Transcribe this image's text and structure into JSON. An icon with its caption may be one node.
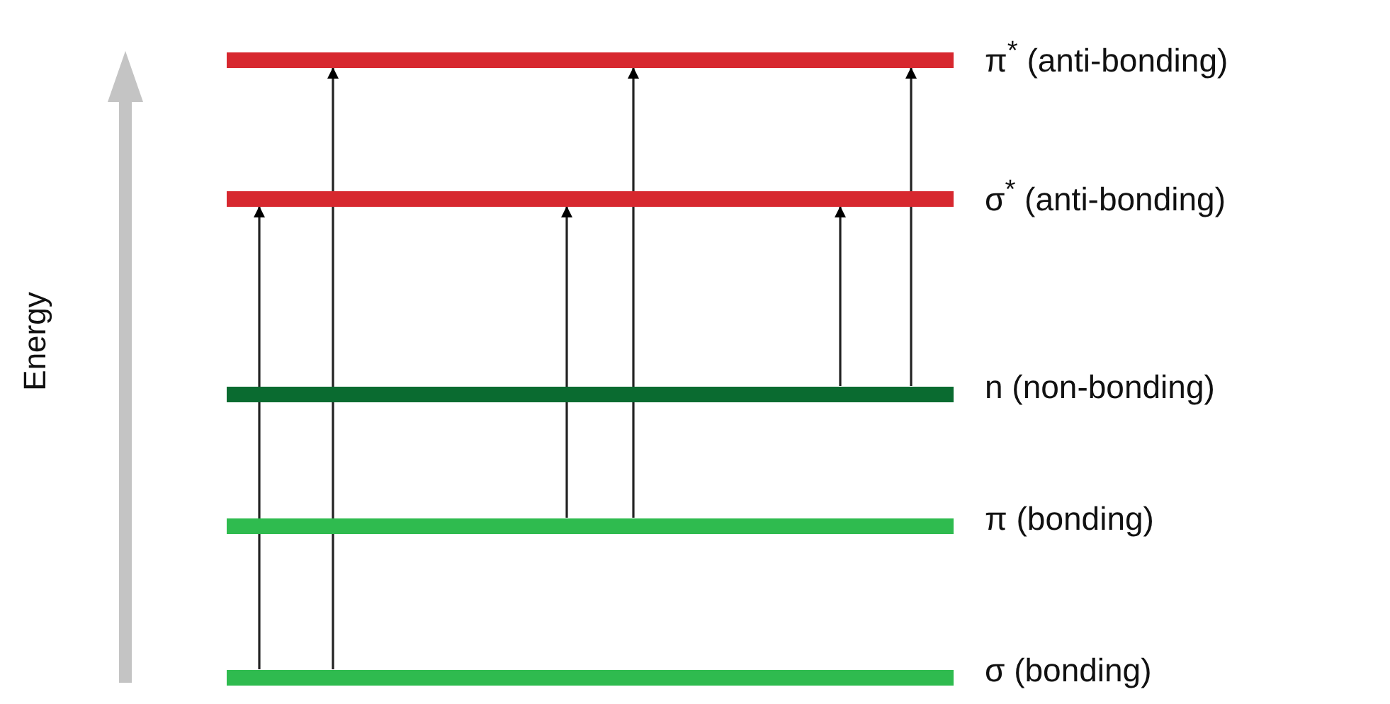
{
  "diagram": {
    "nodes": [
      {
        "text": [
          "π$^{*}$ (anti-bonding)"
        ]
      },
      {
        "text": [
          "σ$^{*}$ (anti-bonding)"
        ]
      },
      {
        "text": [
          "n (non-bonding)"
        ]
      },
      {
        "text": [
          "π (bonding)"
        ]
      },
      {
        "text": [
          "σ (bonding)"
        ]
      }
    ],
    "edges": [
      {
        "from": 4,
        "to": 1,
        "arrow": "to"
      },
      {
        "from": 4,
        "to": 0,
        "arrow": "to"
      },
      {
        "from": 3,
        "to": 1,
        "arrow": "to"
      },
      {
        "from": 3,
        "to": 0,
        "arrow": "to"
      },
      {
        "from": 2,
        "to": 1,
        "arrow": "to"
      },
      {
        "from": 2,
        "to": 0,
        "arrow": "to"
      }
    ],
    "labels": [
      "Energy"
    ]
  }
}
